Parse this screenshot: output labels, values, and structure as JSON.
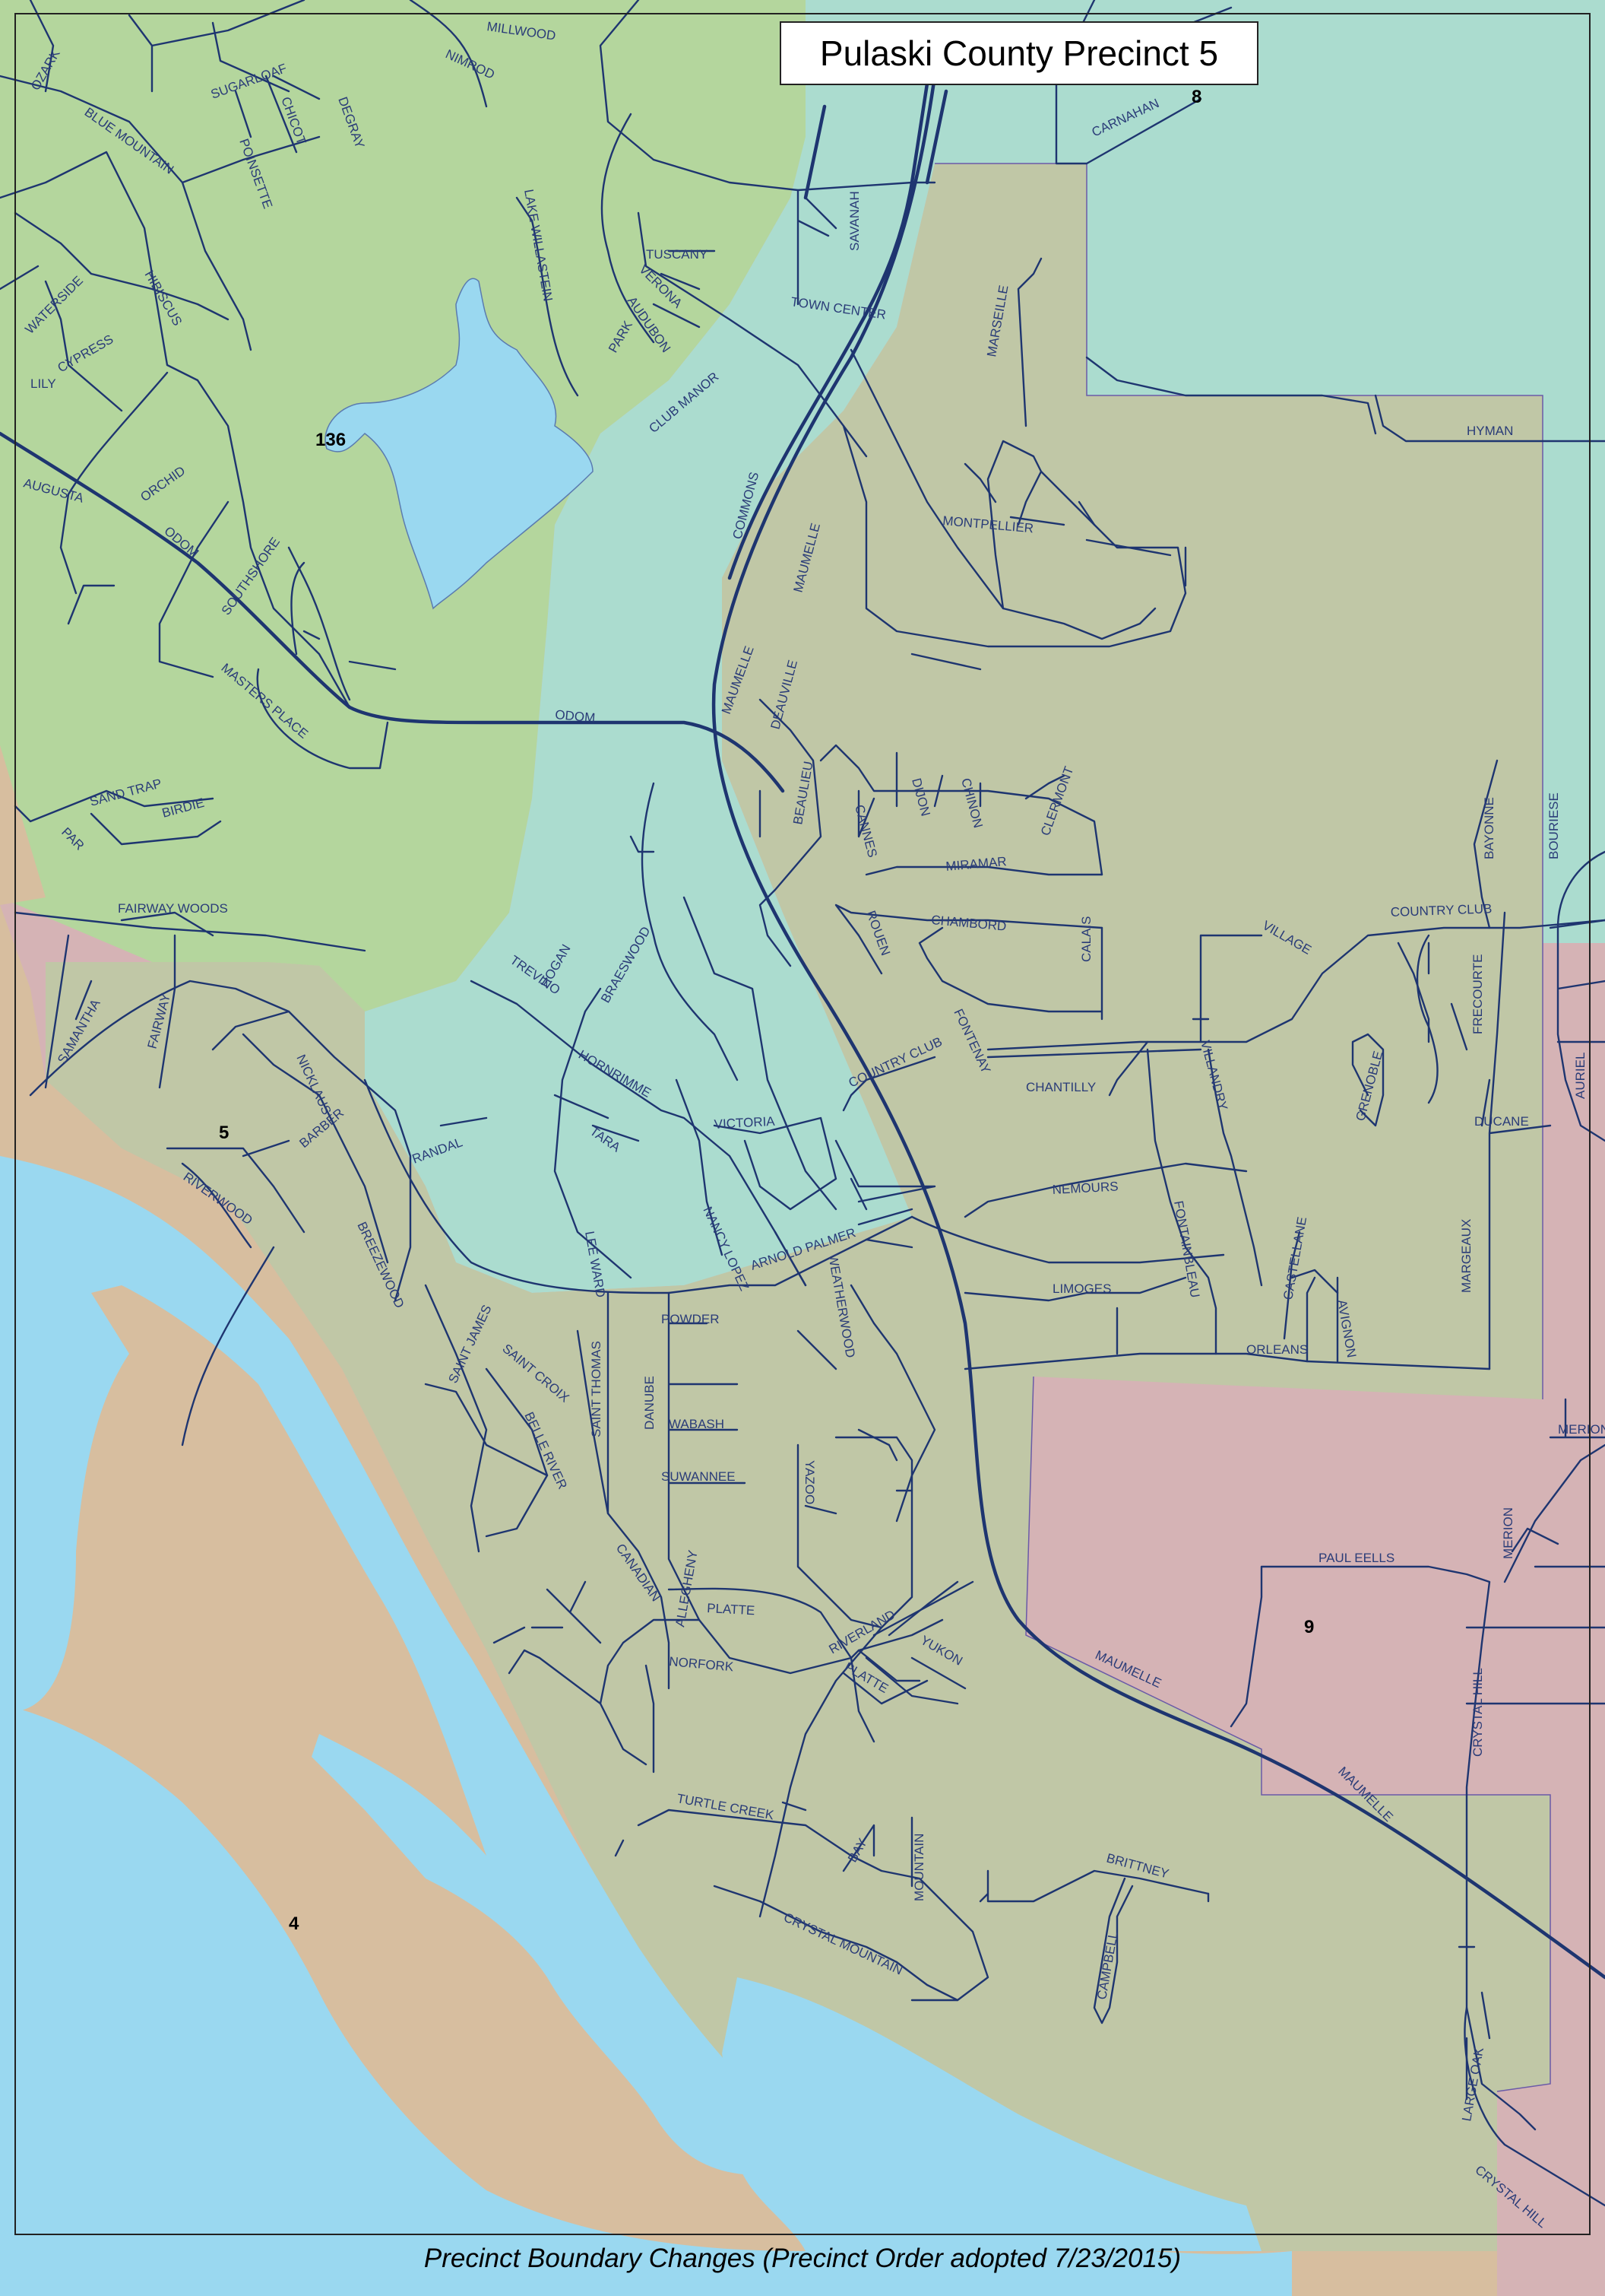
{
  "title": "Pulaski County Precinct 5",
  "footer": "Precinct Boundary Changes (Precinct Order adopted 7/23/2015)",
  "colors": {
    "precinct_5": "#c0c7a6",
    "precinct_136": "#b4d69d",
    "precinct_8": "#abdccf",
    "precinct_9": "#d5b3b5",
    "precinct_4": "#d7be9f",
    "water": "#9ad8f0",
    "roads": "#1e3570"
  },
  "precincts": [
    {
      "id": "p136",
      "label": "136"
    },
    {
      "id": "p8",
      "label": "8"
    },
    {
      "id": "p5",
      "label": "5"
    },
    {
      "id": "p9",
      "label": "9"
    },
    {
      "id": "p4",
      "label": "4"
    }
  ],
  "streets": {
    "millwood": "MILLWOOD",
    "ozark": "OZARK",
    "sugarloaf": "SUGARLOAF",
    "nimrod": "NIMROD",
    "chicot": "CHICOT",
    "degray": "DEGRAY",
    "blue_mountain": "BLUE MOUNTAIN",
    "poinsette": "POINSETTE",
    "carnahan": "CARNAHAN",
    "lake_willastein": "LAKE WILLASTEIN",
    "savanah": "SAVANAH",
    "tuscany": "TUSCANY",
    "verona": "VERONA",
    "audubon": "AUDUBON",
    "park": "PARK",
    "town_center": "TOWN CENTER",
    "marseille": "MARSEILLE",
    "waterside": "WATERSIDE",
    "hibiscus": "HIBISCUS",
    "cypress": "CYPRESS",
    "lily": "LILY",
    "club_manor": "CLUB MANOR",
    "hyman": "HYMAN",
    "augusta": "AUGUSTA",
    "orchid": "ORCHID",
    "commons": "COMMONS",
    "odom": "ODOM",
    "montpellier": "MONTPELLIER",
    "maumelle": "MAUMELLE",
    "southshore": "SOUTHSHORE",
    "masters_place": "MASTERS PLACE",
    "deauville": "DEAUVILLE",
    "sand_trap": "SAND TRAP",
    "birdie": "BIRDIE",
    "par": "PAR",
    "beaulieu": "BEAULIEU",
    "cannes": "CANNES",
    "dijon": "DIJON",
    "chinon": "CHINON",
    "clermont": "CLERMONT",
    "bayonne": "BAYONNE",
    "bouriese": "BOURIESE",
    "miramar": "MIRAMAR",
    "fairway_woods": "FAIRWAY WOODS",
    "chambord": "CHAMBORD",
    "rouen": "ROUEN",
    "village": "VILLAGE",
    "country_club": "COUNTRY CLUB",
    "hogan": "HOGAN",
    "braeswood": "BRAESWOOD",
    "calais": "CALAIS",
    "frecourte": "FRECOURTE",
    "trevino": "TREVINO",
    "samantha": "SAMANTHA",
    "fairway": "FAIRWAY",
    "fontenay": "FONTENAY",
    "villandry": "VILLANDRY",
    "grenoble": "GRENOBLE",
    "auriel": "AURIEL",
    "nicklaus": "NICKLAUS",
    "hornrimme": "HORNRIMME",
    "chantilly": "CHANTILLY",
    "barber": "BARBER",
    "victoria": "VICTORIA",
    "ducane": "DUCANE",
    "randal": "RANDAL",
    "tara": "TARA",
    "riverwood": "RIVERWOOD",
    "nemours": "NEMOURS",
    "nancy_lopez": "NANCY LOPEZ",
    "arnold_palmer": "ARNOLD PALMER",
    "breezewood": "BREEZEWOOD",
    "lee_ward": "LEE WARD",
    "fontainbleau": "FONTAINBLEAU",
    "castellane": "CASTELLANE",
    "margeaux": "MARGEAUX",
    "weatherwood": "WEATHERWOOD",
    "limoges": "LIMOGES",
    "avignon": "AVIGNON",
    "saint_james": "SAINT JAMES",
    "powder": "POWDER",
    "orleans": "ORLEANS",
    "saint_croix": "SAINT CROIX",
    "saint_thomas": "SAINT THOMAS",
    "danube": "DANUBE",
    "merion": "MERION",
    "belle_river": "BELLE RIVER",
    "wabash": "WABASH",
    "suwannee": "SUWANNEE",
    "yazoo": "YAZOO",
    "paul_eells": "PAUL EELLS",
    "canadian": "CANADIAN",
    "allegheny": "ALLEGHENY",
    "platte": "PLATTE",
    "riverland": "RIVERLAND",
    "yukon": "YUKON",
    "norfork": "NORFORK",
    "crystal_hill": "CRYSTAL HILL",
    "turtle_creek": "TURTLE CREEK",
    "bay": "BAY",
    "mountain": "MOUNTAIN",
    "brittney": "BRITTNEY",
    "crystal_mountain": "CRYSTAL MOUNTAIN",
    "campbell": "CAMPBELL",
    "large_oak": "LARGE OAK"
  }
}
